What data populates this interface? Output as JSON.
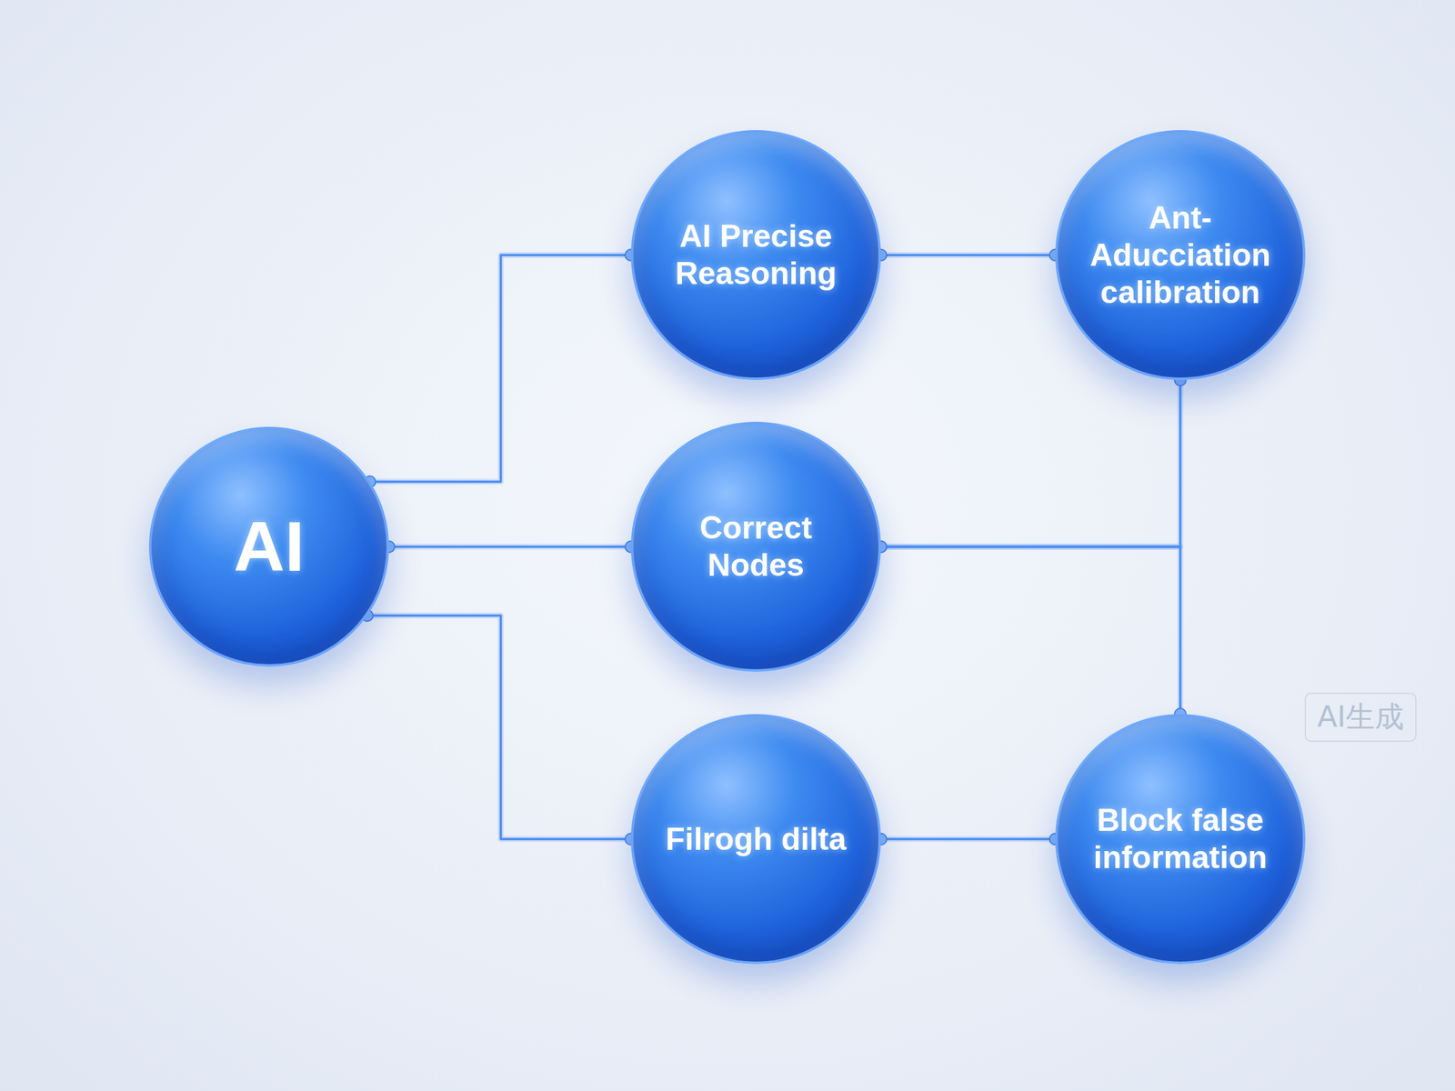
{
  "diagram": {
    "nodes": [
      {
        "text": [
          "AI"
        ]
      },
      {
        "text": [
          "AI Precise Reasoning"
        ]
      },
      {
        "text": [
          "Ant- Aducciation calibration"
        ]
      },
      {
        "text": [
          "Correct Nodes"
        ]
      },
      {
        "text": [
          "Filrogh dilta"
        ]
      },
      {
        "text": [
          "Block false information"
        ]
      }
    ],
    "edges": [
      {
        "from": 0,
        "to": 1,
        "arrow": "none"
      },
      {
        "from": 0,
        "to": 3,
        "arrow": "none"
      },
      {
        "from": 0,
        "to": 4,
        "arrow": "none"
      },
      {
        "from": 1,
        "to": 2,
        "arrow": "none"
      },
      {
        "from": 3,
        "to": 2,
        "arrow": "none"
      },
      {
        "from": 3,
        "to": 5,
        "arrow": "none"
      },
      {
        "from": 4,
        "to": 5,
        "arrow": "none"
      }
    ],
    "labels": [
      "AI生成"
    ]
  }
}
